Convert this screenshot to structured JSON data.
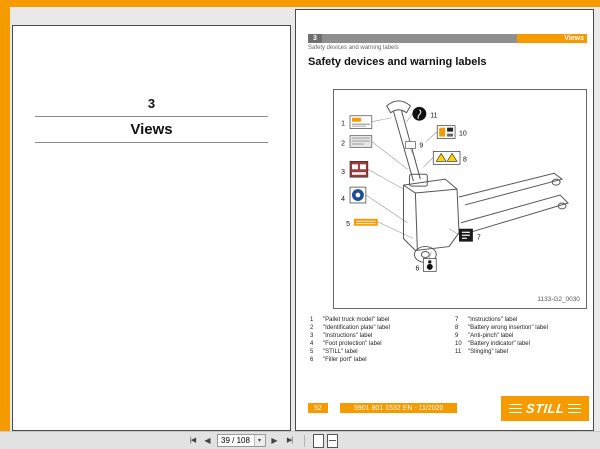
{
  "colors": {
    "accent_orange": "#f59b00",
    "header_gray": "#8f8f8f"
  },
  "toolbar": {
    "page_value": "39 / 108"
  },
  "left_page": {
    "chapter_number": "3",
    "chapter_title": "Views"
  },
  "right_page": {
    "header": {
      "chapter_number": "3",
      "tab_label": "Views",
      "section_label": "Safety devices and warning labels"
    },
    "heading": "Safety devices and warning labels",
    "figure": {
      "id_label": "1133-G2_0030",
      "callouts": [
        "1",
        "2",
        "3",
        "4",
        "5",
        "6",
        "7",
        "8",
        "9",
        "10",
        "11"
      ]
    },
    "legend_left": [
      {
        "num": "1",
        "text": "\"Pallet truck model\" label"
      },
      {
        "num": "2",
        "text": "\"Identification plate\" label"
      },
      {
        "num": "3",
        "text": "\"Instructions\" label"
      },
      {
        "num": "4",
        "text": "\"Foot protection\" label"
      },
      {
        "num": "5",
        "text": "\"STILL\" label"
      },
      {
        "num": "6",
        "text": "\"Filler port\" label"
      }
    ],
    "legend_right": [
      {
        "num": "7",
        "text": "\"Instructions\" label"
      },
      {
        "num": "8",
        "text": "\"Battery wrong insertion\" label"
      },
      {
        "num": "9",
        "text": "\"Anti-pinch\" label"
      },
      {
        "num": "10",
        "text": "\"Battery indicator\" label"
      },
      {
        "num": "11",
        "text": "\"Slinging\" label"
      }
    ],
    "footer": {
      "page_number": "52",
      "doc_code": "5901 801 1532 EN - 11/2020"
    },
    "logo_text": "STILL"
  }
}
